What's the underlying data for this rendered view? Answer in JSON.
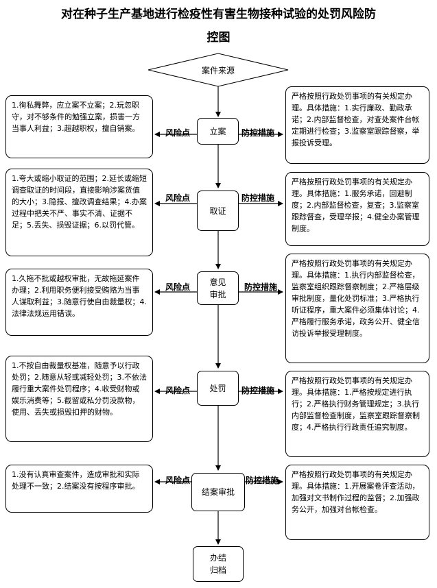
{
  "title": {
    "line1": "对在种子生产基地进行检疫性有害生物接种试验的处罚风险防",
    "line2": "控图"
  },
  "labels": {
    "risk": "风险点",
    "control": "防控措施"
  },
  "start": "案件来源",
  "steps": [
    {
      "name": "立案",
      "risk": "1.徇私舞弊，应立案不立案；2.玩忽职守，对不够条件的勉强立案，损害一方当事人利益；3.超越职权，擅自销案。",
      "control": "严格按照行政处罚事项的有关规定办理。具体措施：1.实行廉政、勤政承诺；2.内部监督检查，对查处案件台帐定期进行检查；3.监察室跟踪督察，举报投诉受理。"
    },
    {
      "name": "取证",
      "risk": "1.夸大或缩小取证的范围；2.延长或缩短调查取证的时间段，直接影响涉案货值的大小；3.隐报、擅改调查结果；4.办案过程中把关不严、事实不清、证据不足；5.丢失、损毁证据；6.以罚代管。",
      "control": "严格按照行政处罚事项的有关规定办理。具体措施：1.服务承诺，回避制度；2.内部监督检查，复查；3.监察室跟踪督查，受理举报；4.健全办案管理制度。"
    },
    {
      "name": "意见审批",
      "name_line1": "意见",
      "name_line2": "审批",
      "risk": "1.久拖不批或越权审批，无故拖延案件办理；2.利用职务便利接受贿赂为当事人谋取利益；3.随意行使自由裁量权；4.法律法规运用错误。",
      "control": "严格按照行政处罚事项的有关规定办理。具体措施：1.执行内部监督检查，监察室组织跟踪督察制度；2.严格层级审批制度，量化处罚标准；3.严格执行听证程序，重大案件必须集体讨论；4.严格履行服务承诺，政务公开、健全信访投诉举报受理制度。"
    },
    {
      "name": "处罚",
      "risk": "1.不按自由裁量权基准，随意予以行政处罚；2.随意从轻或减轻处罚；3.不依法履行重大案件处罚程序；4.收受财物或娱乐消费等；5.截留或私分罚没款物，使用、丢失或损毁扣押的财物。",
      "control": "严格按照行政处罚事项的有关规定办理。具体措施：1.严格按规定进行执行；2.严格执行财务管理规定；3.执行内部监督检查制度，监察室跟踪督察制度；4.严格执行行政责任追究制度。"
    },
    {
      "name": "结案审批",
      "risk": "1.没有认真审查案件，造成审批和实际处理不一致；2.结案没有按程序审批。",
      "control": "严格按照行政处罚事项的有关规定办理。具体措施：1.开展案卷评查活动，加强对文书制作过程的监督；2.加强政务公开，加强对台帐检查。"
    }
  ],
  "end": {
    "line1": "办结",
    "line2": "归档"
  }
}
